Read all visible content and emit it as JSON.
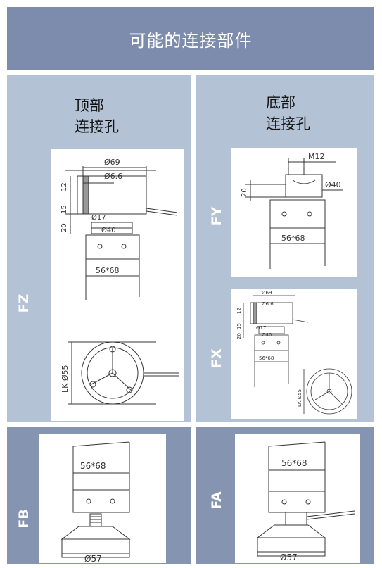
{
  "header": {
    "title": "可能的连接部件"
  },
  "panels": {
    "fz": {
      "title_line1": "顶部",
      "title_line2": "连接孔",
      "code": "FZ",
      "dims": {
        "d1": "Ø69",
        "d2": "Ø6.6",
        "d3": "Ø17",
        "d4": "Ø40",
        "h1": "12",
        "h2": "15",
        "h3": "20",
        "w": "56*68",
        "lk": "LK Ø55"
      }
    },
    "fy": {
      "title_line1": "底部",
      "title_line2": "连接孔",
      "code": "FY",
      "dims": {
        "m": "M12",
        "d": "Ø40",
        "h": "20",
        "w": "56*68"
      }
    },
    "fx": {
      "code": "FX",
      "dims": {
        "d1": "Ø69",
        "d2": "Ø6.6",
        "d3": "Ø17",
        "d4": "Ø40",
        "h1": "12",
        "h2": "15",
        "h3": "20",
        "w": "56*68",
        "lk": "LK Ø55"
      }
    },
    "fb": {
      "code": "FB",
      "dims": {
        "w": "56*68",
        "d": "Ø57"
      }
    },
    "fa": {
      "code": "FA",
      "dims": {
        "w": "56*68",
        "d": "Ø57"
      }
    }
  }
}
